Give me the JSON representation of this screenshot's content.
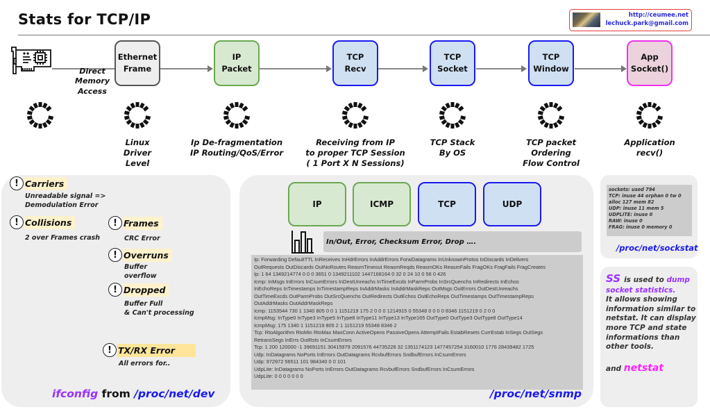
{
  "header": {
    "title": "Stats for TCP/IP",
    "contact": {
      "url": "http://ceumee.net",
      "email": "lechuck.park@gmail.com"
    }
  },
  "flow": {
    "dma_label": "Direct\nMemory\nAccess",
    "stages": [
      {
        "label": "Ethernet\nFrame",
        "desc": "Linux\nDriver\nLevel",
        "color": "#eeeeee",
        "border": "#555555"
      },
      {
        "label": "IP\nPacket",
        "desc": "Ip De-fragmentation\nIP Routing/QoS/Error",
        "color": "#d8e9d1",
        "border": "#6aa84f"
      },
      {
        "label": "TCP\nRecv",
        "desc": "Receiving from IP\nto proper TCP Session\n( 1 Port X N Sessions)",
        "color": "#cfe0f3",
        "border": "#1a1af0"
      },
      {
        "label": "TCP\nSocket",
        "desc": "TCP Stack\nBy OS",
        "color": "#cfe0f3",
        "border": "#1a1af0"
      },
      {
        "label": "TCP\nWindow",
        "desc": "TCP packet\nOrdering\nFlow Control",
        "color": "#cfe0f3",
        "border": "#1a1af0"
      },
      {
        "label": "App\nSocket()",
        "desc": "Application\nrecv()",
        "color": "#ecd2dc",
        "border": "#ee33ee"
      }
    ]
  },
  "ifconfig_panel": {
    "errors": [
      {
        "name": "Carriers",
        "desc": "Unreadable signal =>\nDemodulation Error"
      },
      {
        "name": "Collisions",
        "desc": "2 over Frames crash"
      },
      {
        "name": "Frames",
        "desc": "CRC Error"
      },
      {
        "name": "Overruns",
        "desc": "Buffer\noverflow"
      },
      {
        "name": "Dropped",
        "desc": "Buffer Full\n& Can't processing"
      },
      {
        "name": "TX/RX Error",
        "desc": "All errors for.."
      }
    ],
    "icon_glyph": "!",
    "footer": {
      "cmd": "ifconfig",
      "from": " from ",
      "path": "/proc/net/dev"
    }
  },
  "snmp_panel": {
    "protocols": [
      {
        "label": "IP",
        "color": "#d8e9d1"
      },
      {
        "label": "ICMP",
        "color": "#d8e9d1"
      },
      {
        "label": "TCP",
        "color": "#cfe0f3"
      },
      {
        "label": "UDP",
        "color": "#cfe0f3"
      }
    ],
    "counters_summary": "In/Out, Error, Checksum Error, Drop ….",
    "lines": [
      "Ip: Forwarding DefaultTTL InReceives InHdrErrors InAddrErrors ForwDatagrams InUnknownProtos InDiscards InDelivers",
      "OutRequests OutDiscards OutNoRoutes ReasmTimeout ReasmReqds ReasmOKs ReasmFails FragOKs FragFails FragCreates",
      "Ip: 1 64 1349214774 0 0 0 3651 0 1349211102 1447168164 0 32 0 24 10 0 56 0 426",
      "Icmp: InMsgs InErrors InCsumErrors InDestUnreachs InTimeExcds InParmProbs InSrcQuenchs InRedirects InEchos",
      "InEchoReps InTimestamps InTimestampReps InAddrMasks InAddrMaskReps OutMsgs OutErrors OutDestUnreachs",
      "OutTimeExcds OutParmProbs OutSrcQuenchs OutRedirects OutEchos OutEchoReps OutTimestamps OutTimestampReps",
      "OutAddrMasks OutAddrMaskReps",
      "Icmp: 1153544 730 1 1340 805 0 0 1 1151219 175 2 0 0 0 1214915 0 55348 0 0 0 0 8346 1151219 0 2 0 0",
      "IcmpMsg: InType0 InType3 InType5 InType8 InType11 InType13 InType165 OutType0 OutType3 OutType8 OutType14",
      "IcmpMsg: 175 1340 1 1151219 805 2 1 1151219 55348 8346 2",
      "Tcp: RtoAlgorithm RtoMin RtoMax MaxConn ActiveOpens PassiveOpens AttemptFails EstabResets CurrEstab InSegs OutSegs",
      "RetransSegs InErrs OutRsts InCsumErrors",
      "Tcp: 1 200 120000 -1 39691151 30415979 2091576 44735228 32 1351174123 1477457254 3160010 1776 28439482 1725",
      "Udp: InDatagrams NoPorts InErrors OutDatagrams RcvbufErrors SndbufErrors InCsumErrors",
      "Udp: 972972 56511 101 984340 0 0 101",
      "UdpLite: InDatagrams NoPorts InErrors OutDatagrams RcvbufErrors SndbufErrors InCsumErrors",
      "UdpLite: 0 0 0 0 0 0 0"
    ],
    "path": "/proc/net/snmp"
  },
  "sockstat_panel": {
    "lines": [
      "sockets: used 794",
      "TCP: inuse 44 orphan 0 tw 0",
      "alloc 127 mem 82",
      "UDP: inuse 11 mem 5",
      "UDPLITE: inuse 0",
      "RAW: inuse 0",
      "FRAG: inuse 0 memory 0"
    ],
    "path": "/proc/net/sockstat"
  },
  "ss_panel": {
    "cmd": "SS",
    "is_used_to": "is used to ",
    "dump": "dump socket statistics.",
    "body": "It allows showing information similar to netstat. It can display more TCP and state informations than other tools.",
    "and": "and ",
    "netstat": "netstat"
  }
}
